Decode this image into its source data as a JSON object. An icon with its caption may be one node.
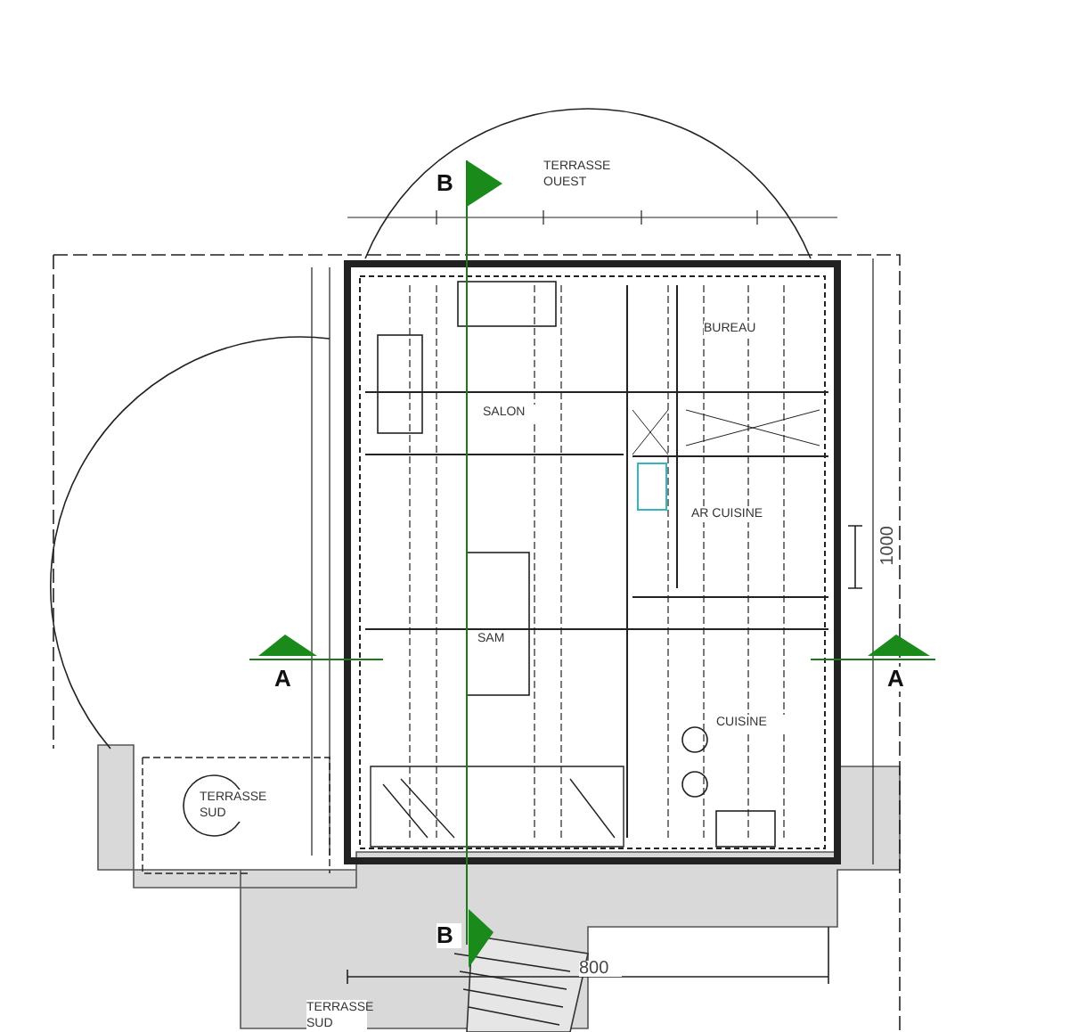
{
  "diagram": {
    "labels": [
      "B",
      "TERRASSE OUEST",
      "BUREAU",
      "SALON",
      "AR CUISINE",
      "1000",
      "A",
      "SAM",
      "A",
      "CUISINE",
      "TERRASSE SUD",
      "B",
      "800",
      "TERRASSE SUD"
    ]
  }
}
